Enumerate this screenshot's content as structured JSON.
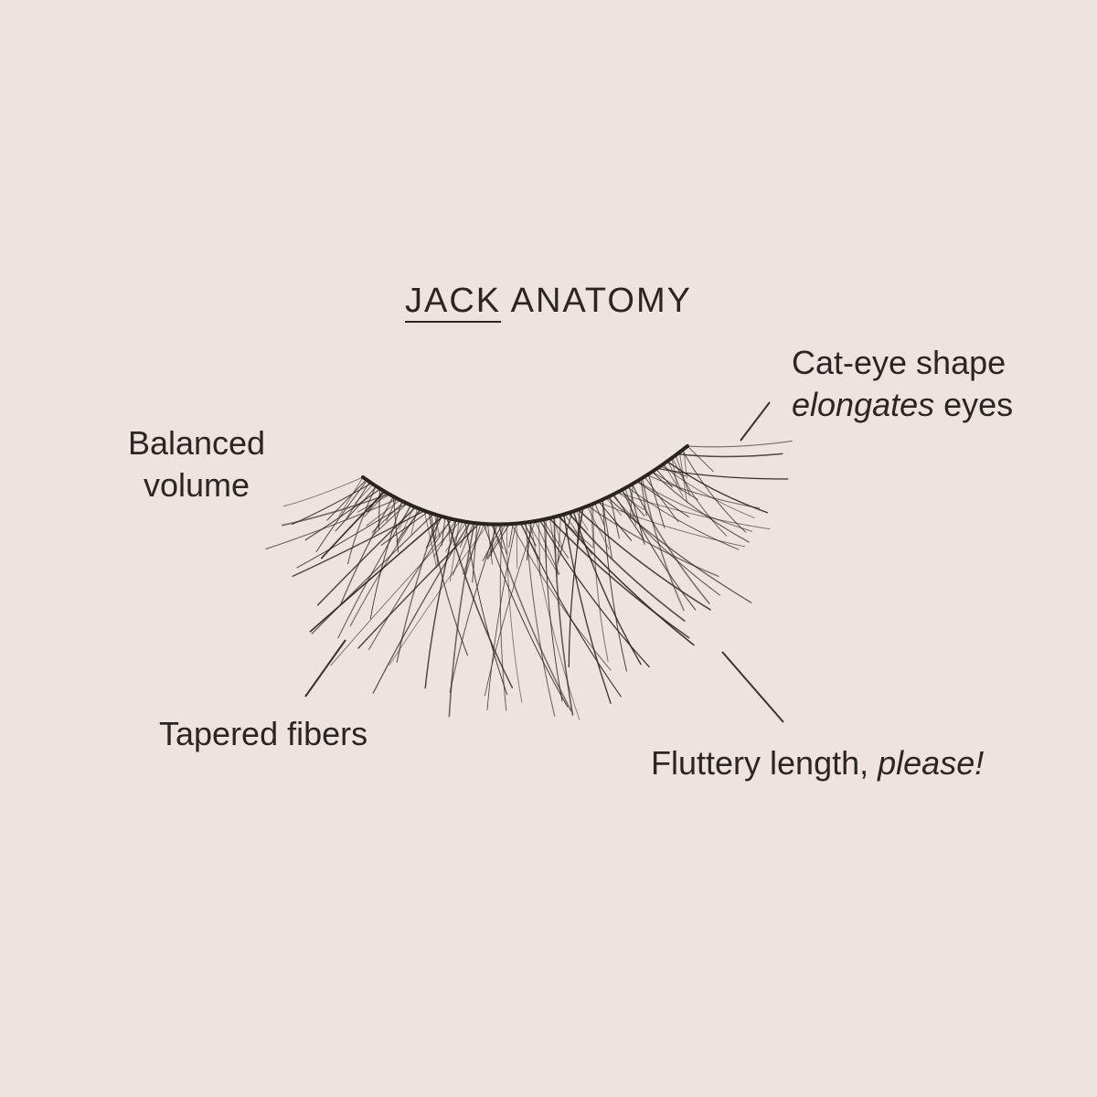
{
  "title": {
    "word_underlined": "JACK",
    "word_rest": "ANATOMY"
  },
  "callouts": {
    "balanced": {
      "line1": "Balanced",
      "line2": "volume"
    },
    "cat_eye": {
      "line1": "Cat-eye shape",
      "line2_italic": "elongates",
      "line2_rest": " eyes"
    },
    "tapered": {
      "text": "Tapered fibers"
    },
    "fluttery": {
      "text": "Fluttery length, ",
      "italic": "please!"
    }
  },
  "colors": {
    "background": "#ede4df",
    "text": "#2b2623",
    "lash": "#2a2420",
    "leader_line": "#3a3431"
  },
  "illustration": "false-eyelash-strip"
}
